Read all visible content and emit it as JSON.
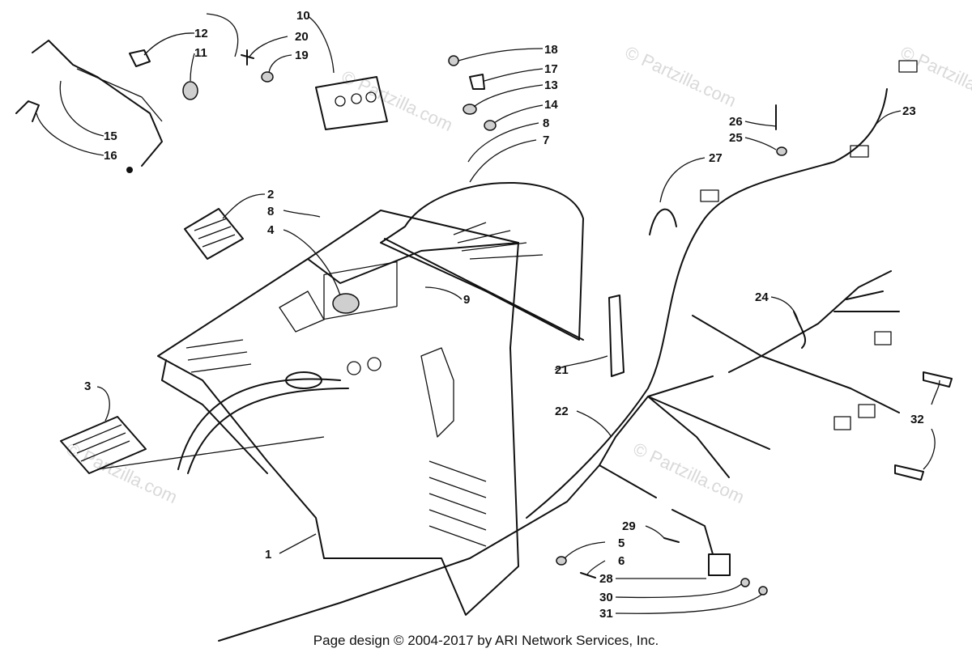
{
  "callouts": {
    "c1": "1",
    "c2": "2",
    "c3": "3",
    "c4": "4",
    "c5": "5",
    "c6": "6",
    "c7": "7",
    "c8a": "8",
    "c8b": "8",
    "c9": "9",
    "c10": "10",
    "c11": "11",
    "c12": "12",
    "c13": "13",
    "c14": "14",
    "c15": "15",
    "c16": "16",
    "c17": "17",
    "c18": "18",
    "c19": "19",
    "c20": "20",
    "c21": "21",
    "c22": "22",
    "c23": "23",
    "c24": "24",
    "c25": "25",
    "c26": "26",
    "c27": "27",
    "c28": "28",
    "c29": "29",
    "c30": "30",
    "c31": "31",
    "c32": "32"
  },
  "watermark": "© Partzilla.com",
  "footer": "Page design © 2004-2017 by ARI Network Services, Inc."
}
